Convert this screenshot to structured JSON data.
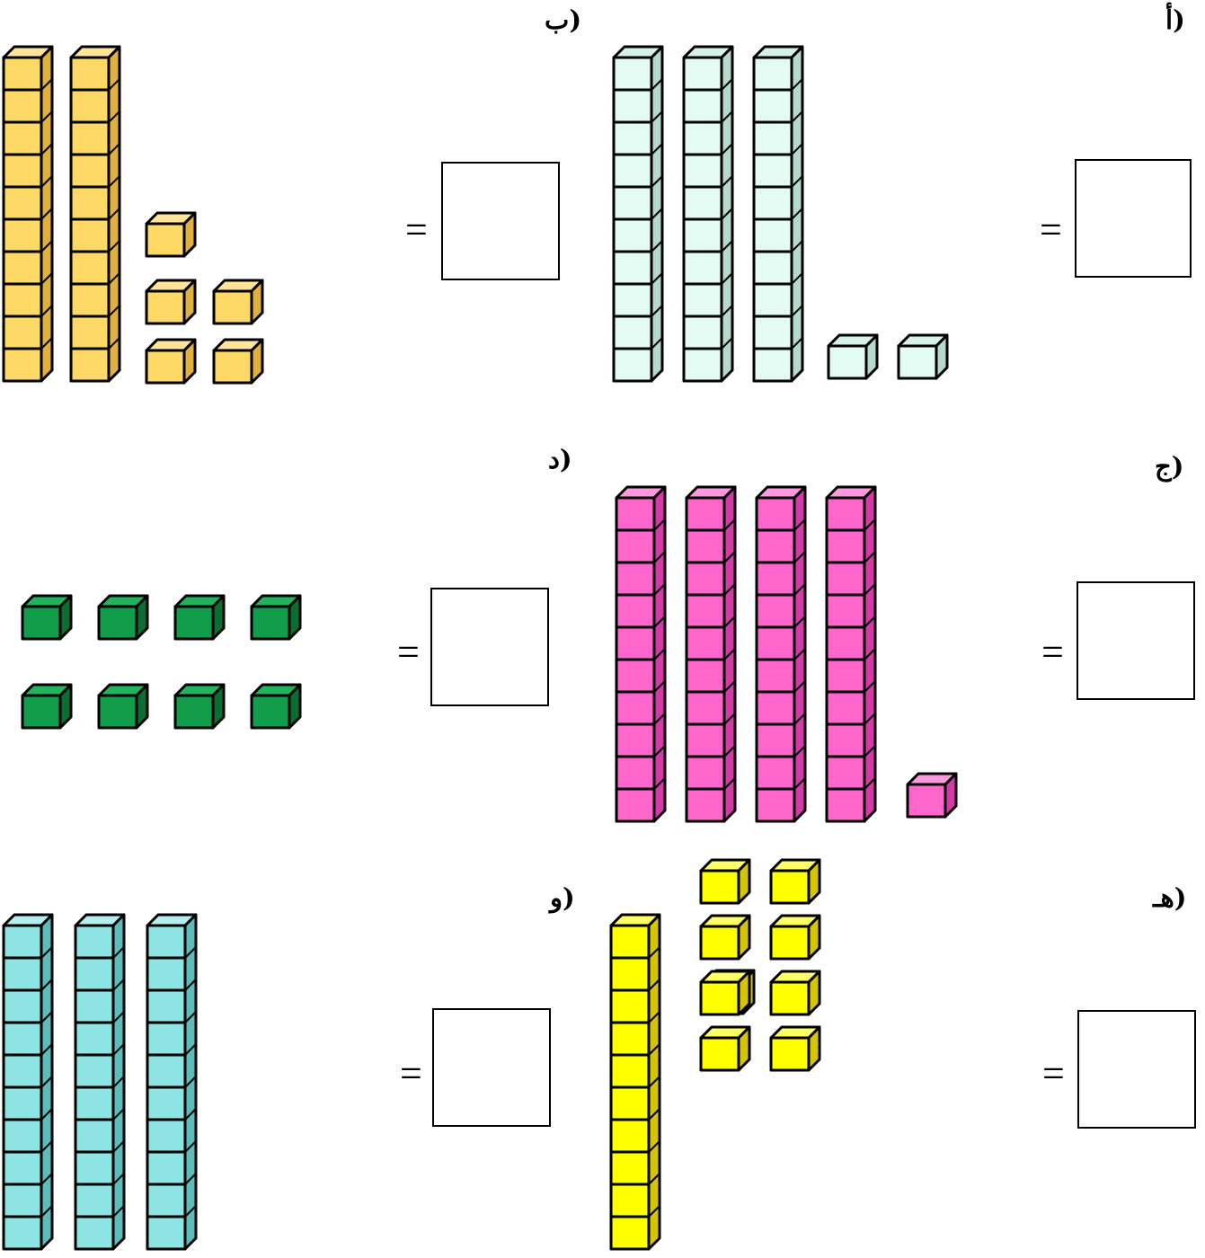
{
  "problems": [
    {
      "id": "a",
      "label": "أ)",
      "equals": "=",
      "answer": "",
      "blocks": {
        "tens": 3,
        "ones": 2
      },
      "colors": {
        "face": "#e4fbf4",
        "side": "#b7d8cd",
        "top": "#d4f2ea"
      }
    },
    {
      "id": "b",
      "label": "ب)",
      "equals": "=",
      "answer": "",
      "blocks": {
        "tens": 2,
        "ones": 5
      },
      "colors": {
        "face": "#ffd966",
        "side": "#e0b13f",
        "top": "#ffe49a"
      }
    },
    {
      "id": "c",
      "label": "ج)",
      "equals": "=",
      "answer": "",
      "blocks": {
        "tens": 4,
        "ones": 1
      },
      "colors": {
        "face": "#ff66cc",
        "side": "#d43aa6",
        "top": "#ff99dd"
      }
    },
    {
      "id": "d",
      "label": "د)",
      "equals": "=",
      "answer": "",
      "blocks": {
        "tens": 0,
        "ones": 8
      },
      "colors": {
        "face": "#119c49",
        "side": "#0a6e32",
        "top": "#22b45c"
      }
    },
    {
      "id": "e",
      "label": "هـ)",
      "equals": "=",
      "answer": "",
      "blocks": {
        "tens": 1,
        "ones": 9
      },
      "colors": {
        "face": "#ffff00",
        "side": "#d6c400",
        "top": "#ffff66"
      }
    },
    {
      "id": "f",
      "label": "و)",
      "equals": "=",
      "answer": "",
      "blocks": {
        "tens": 3,
        "ones": 0
      },
      "colors": {
        "face": "#8ee3e3",
        "side": "#5cbcbc",
        "top": "#b2eeee"
      }
    }
  ]
}
